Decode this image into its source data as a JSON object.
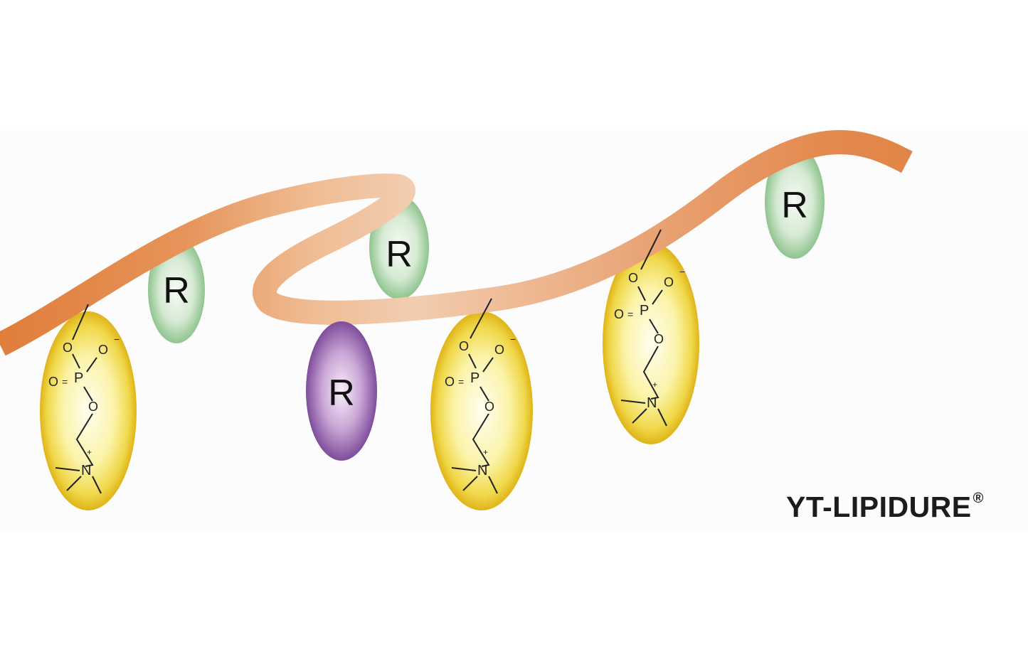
{
  "diagram": {
    "group_label": "R",
    "chem": {
      "o_top": "O",
      "o_minus": "O",
      "minus": "−",
      "p": "P",
      "o_double": "O",
      "eq": "=",
      "o_bottom": "O",
      "n": "N",
      "plus": "+"
    }
  },
  "brand": {
    "name": "YT-LIPIDURE",
    "mark": "®"
  },
  "colors": {
    "backbone_dark": "#e07d3c",
    "backbone_light": "#f2c9a8",
    "r_green": "#a8d0a8",
    "r_purple": "#8a5aa6",
    "pc_yellow": "#f2de55",
    "pc_rim": "#e0b712"
  }
}
